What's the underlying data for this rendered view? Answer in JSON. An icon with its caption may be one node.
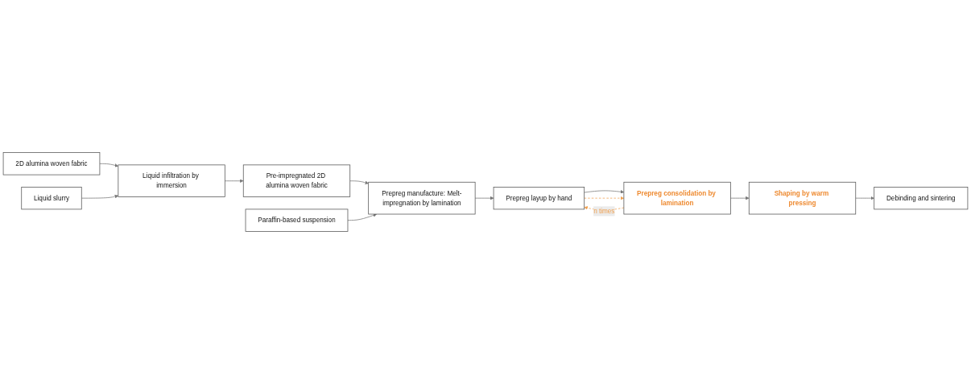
{
  "diagram": {
    "nodes": [
      {
        "text": [
          "2D alumina woven fabric"
        ]
      },
      {
        "text": [
          "Liquid slurry"
        ]
      },
      {
        "text": [
          "Liquid infiltration by immersion"
        ]
      },
      {
        "text": [
          "Pre-impregnated 2D alumina woven fabric"
        ]
      },
      {
        "text": [
          "Paraffin-based suspension"
        ]
      },
      {
        "text": [
          "Prepreg manufacture: Melt-impregnation by lamination"
        ]
      },
      {
        "text": [
          "Prepreg layup by hand"
        ]
      },
      {
        "text": [
          "Prepreg consolidation by lamination"
        ]
      },
      {
        "text": [
          "Shaping by warm pressing"
        ]
      },
      {
        "text": [
          "Debinding and sintering"
        ]
      }
    ],
    "edges": [
      {
        "from": 0,
        "to": 2,
        "arrow": "to"
      },
      {
        "from": 1,
        "to": 2,
        "arrow": "to"
      },
      {
        "from": 2,
        "to": 3,
        "arrow": "to"
      },
      {
        "from": 3,
        "to": 5,
        "arrow": "to"
      },
      {
        "from": 4,
        "to": 5,
        "arrow": "to"
      },
      {
        "from": 5,
        "to": 6,
        "arrow": "to"
      },
      {
        "from": 6,
        "to": 7,
        "arrow": "to"
      },
      {
        "from": 7,
        "to": 6,
        "arrow": "to",
        "label": "n times",
        "style": "dashed",
        "color": "#f0a050"
      },
      {
        "from": 6,
        "to": 7,
        "arrow": "to",
        "style": "dashed",
        "color": "#f0a050"
      },
      {
        "from": 7,
        "to": 8,
        "arrow": "to"
      },
      {
        "from": 8,
        "to": 9,
        "arrow": "to"
      }
    ]
  }
}
